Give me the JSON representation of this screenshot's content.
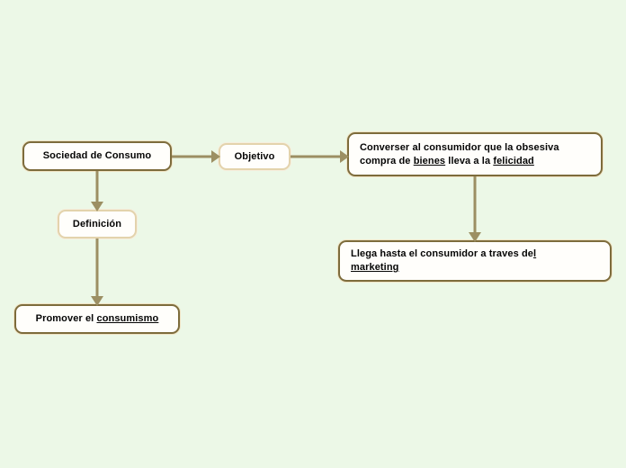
{
  "diagram": {
    "background_color": "#ecf8e7",
    "box_fill": "#fffefb",
    "border_dark": "#7d6c3c",
    "border_light": "#e3d3ac",
    "arrow_color": "#9c8f63",
    "text_color": "#050505",
    "nodes": [
      {
        "id": "sociedad",
        "label": "Sociedad de Consumo",
        "border": "dark",
        "align": "center"
      },
      {
        "id": "objetivo",
        "label": "Objetivo",
        "border": "light",
        "align": "center"
      },
      {
        "id": "convencer",
        "label": "Converser al consumidor que la obsesiva compra de bienes lleva a la felicidad",
        "line1_pre": "Converser al consumidor que la obsesiva",
        "line2_pre": "compra de ",
        "line2_underline1": "bienes",
        "line2_mid": " lleva a la ",
        "line2_underline2": "felicidad",
        "border": "dark",
        "align": "left"
      },
      {
        "id": "definicion",
        "label": "Definición",
        "border": "light",
        "align": "center"
      },
      {
        "id": "llega",
        "label": "Llega hasta el consumidor a traves del marketing",
        "line1_pre": "Llega hasta el consumidor a traves de",
        "line1_underline": "l",
        "line2_underline": "marketing",
        "border": "dark",
        "align": "left"
      },
      {
        "id": "promover",
        "label": "Promover el consumismo",
        "text_pre": "Promover el ",
        "text_underline": "consumismo",
        "border": "dark",
        "align": "center"
      }
    ],
    "edges": [
      {
        "id": "sociedad-objetivo",
        "direction": "right"
      },
      {
        "id": "objetivo-convencer",
        "direction": "right"
      },
      {
        "id": "sociedad-definicion",
        "direction": "down"
      },
      {
        "id": "definicion-promover",
        "direction": "down"
      },
      {
        "id": "convencer-llega",
        "direction": "down"
      }
    ]
  }
}
